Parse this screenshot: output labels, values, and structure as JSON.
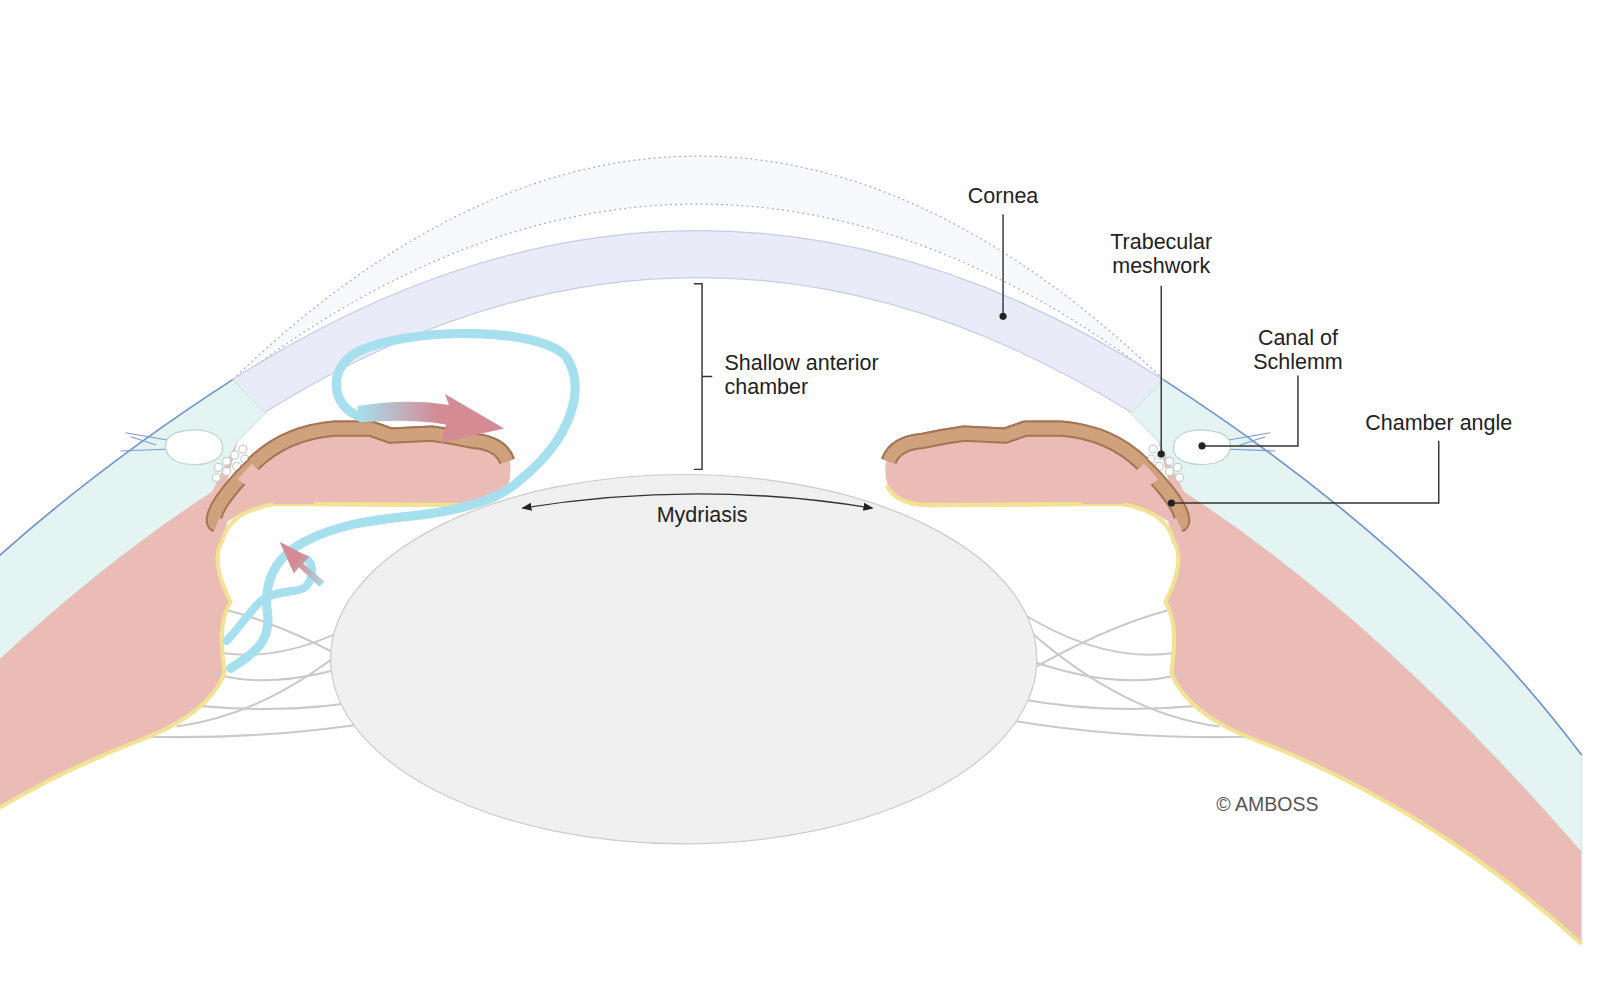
{
  "diagram": {
    "labels": [
      "Cornea",
      "Trabecular meshwork",
      "Canal of Schlemm",
      "Chamber angle",
      "Shallow anterior chamber",
      "Mydriasis",
      "© AMBOSS"
    ]
  }
}
